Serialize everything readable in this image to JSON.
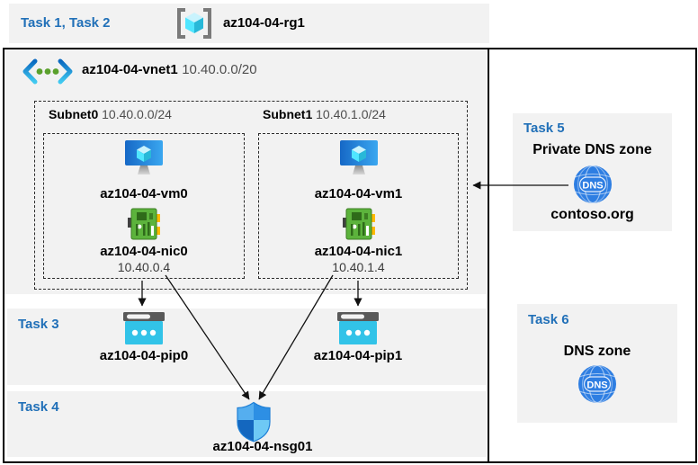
{
  "header": {
    "tasks_label": "Task 1, Task 2",
    "resource_group": "az104-04-rg1"
  },
  "vnet": {
    "name": "az104-04-vnet1",
    "cidr": "10.40.0.0/20"
  },
  "subnets": [
    {
      "name": "Subnet0",
      "cidr": "10.40.0.0/24",
      "vm": "az104-04-vm0",
      "nic": "az104-04-nic0",
      "ip": "10.40.0.4"
    },
    {
      "name": "Subnet1",
      "cidr": "10.40.1.0/24",
      "vm": "az104-04-vm1",
      "nic": "az104-04-nic1",
      "ip": "10.40.1.4"
    }
  ],
  "task3": {
    "label": "Task 3",
    "pips": [
      "az104-04-pip0",
      "az104-04-pip1"
    ]
  },
  "task4": {
    "label": "Task 4",
    "nsg": "az104-04-nsg01"
  },
  "task5": {
    "label": "Task 5",
    "title": "Private DNS zone",
    "zone_name": "contoso.org",
    "dns_glyph": "DNS"
  },
  "task6": {
    "label": "Task 6",
    "title": "DNS zone",
    "dns_glyph": "DNS"
  },
  "colors": {
    "task_heading": "#2170b8",
    "panel_gray": "#f2f2f2",
    "vm_blue": "#2a93e8",
    "nic_green": "#5cb33c",
    "pip_cyan": "#32c3e8",
    "dns_blue": "#2e7ee2",
    "shield_blue": "#2d8fe4"
  }
}
